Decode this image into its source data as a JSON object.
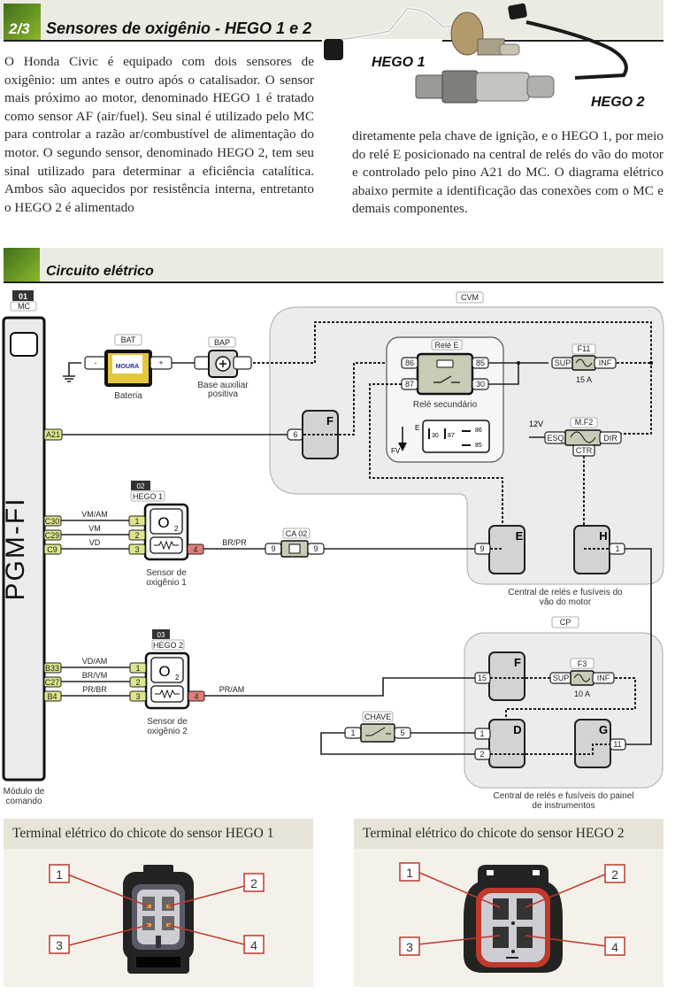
{
  "header": {
    "number": "2/3",
    "title": "Sensores de oxigênio - HEGO 1 e 2"
  },
  "intro": {
    "paragraph1": "O Honda Civic é equipado com dois sensores de oxigênio: um antes e outro após o catalisador. O sensor mais próximo ao motor, denominado HEGO 1 é tratado como sensor AF (air/fuel). Seu sinal é utilizado pelo MC para controlar a razão ar/combustível de alimentação do motor. O segundo sensor, denominado HEGO 2, tem seu sinal utilizado para determinar a eficiência catalítica. Ambos são aquecidos por resistência interna, entretanto o HEGO 2 é alimentado",
    "paragraph2": "diretamente pela chave de ignição, e o HEGO 1, por meio do relé E posicionado na central de relés do vão do motor e controlado pelo pino A21 do MC. O diagrama elétrico abaixo permite a identificação das conexões com o MC e demais componentes.",
    "photo_label_1": "HEGO 1",
    "photo_label_2": "HEGO 2"
  },
  "circuit": {
    "section_title": "Circuito elétrico",
    "mc": {
      "number": "01",
      "tag": "MC",
      "name": "PGM-FI",
      "caption_1": "Módulo de",
      "caption_2": "comando",
      "pin_a21": "A21"
    },
    "battery": {
      "tag": "BAT",
      "caption": "Bateria",
      "neg": "-",
      "pos": "+",
      "brand": "MOURA"
    },
    "bap": {
      "tag": "BAP",
      "caption_1": "Base auxiliar",
      "caption_2": "positiva"
    },
    "cvm": {
      "tag": "CVM",
      "caption_1": "Central de relés e fusíveis do",
      "caption_2": "vão do motor",
      "block_f": "F",
      "block_f_pin": "6",
      "block_e": "E",
      "block_e_pin": "9",
      "block_h": "H",
      "block_h_pin": "1"
    },
    "relay": {
      "tag": "Relé E",
      "caption": "Relé secundário",
      "pin_86": "86",
      "pin_87": "87",
      "pin_85": "85",
      "pin_30": "30",
      "legend_e": "E",
      "legend_fv": "FV",
      "legend_30": "30",
      "legend_87": "87",
      "legend_86": "86",
      "legend_85": "85"
    },
    "fuse_f11": {
      "tag": "F11",
      "sup": "SUP",
      "inf": "INF",
      "rating": "15 A"
    },
    "fuse_mf2": {
      "tag": "M.F2",
      "esq": "ESQ",
      "dir": "DIR",
      "ctr": "CTR",
      "voltage": "12V"
    },
    "hego1": {
      "number": "02",
      "tag": "HEGO 1",
      "caption_1": "Sensor de",
      "caption_2": "oxigênio 1",
      "mc_pins": [
        "C30",
        "C29",
        "C9"
      ],
      "wires": [
        "VM/AM",
        "VM",
        "VD"
      ],
      "pins": [
        "1",
        "2",
        "3"
      ],
      "heater_pin": "4",
      "heater_wire": "BR/PR"
    },
    "ca02": {
      "tag": "CA 02",
      "pin_left": "9",
      "pin_right": "9"
    },
    "hego2": {
      "number": "03",
      "tag": "HEGO 2",
      "caption_1": "Sensor de",
      "caption_2": "oxigênio 2",
      "mc_pins": [
        "B33",
        "C27",
        "B4"
      ],
      "wires": [
        "VD/AM",
        "BR/VM",
        "PR/BR"
      ],
      "pins": [
        "1",
        "2",
        "3"
      ],
      "heater_pin": "4",
      "heater_wire": "PR/AM"
    },
    "cp": {
      "tag": "CP",
      "caption_1": "Central de relés e fusíveis do painel",
      "caption_2": "de instrumentos",
      "block_f": "F",
      "block_f_pin": "15",
      "block_d": "D",
      "block_d_pin1": "1",
      "block_d_pin2": "2",
      "block_g": "G",
      "block_g_pin": "11"
    },
    "fuse_f3": {
      "tag": "F3",
      "sup": "SUP",
      "inf": "INF",
      "rating": "10 A"
    },
    "chave": {
      "tag": "CHAVE",
      "pin_left": "1",
      "pin_right": "5"
    },
    "o2_symbol": "O",
    "o2_sub": "2"
  },
  "terminals": {
    "hego1_title": "Terminal elétrico do chicote do sensor HEGO 1",
    "hego2_title": "Terminal elétrico do chicote do sensor HEGO 2",
    "labels": [
      "1",
      "2",
      "3",
      "4"
    ]
  },
  "colors": {
    "accent_green": "#6a9a2a",
    "pin_yellow": "#dfe58a",
    "pin_red": "#e07f78",
    "callout_red": "#c0392b"
  }
}
